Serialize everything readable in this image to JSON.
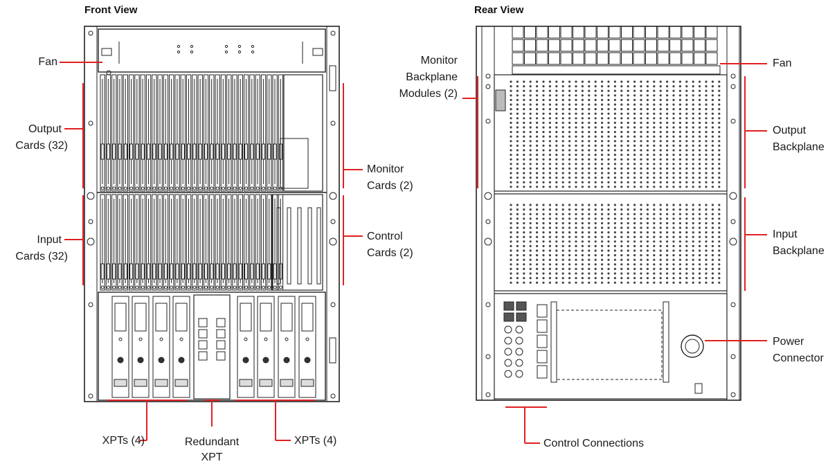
{
  "front": {
    "title": "Front View",
    "labels": {
      "fan": "Fan",
      "output_cards_1": "Output",
      "output_cards_2": "Cards (32)",
      "input_cards_1": "Input",
      "input_cards_2": "Cards (32)",
      "monitor_cards_1": "Monitor",
      "monitor_cards_2": "Cards (2)",
      "control_cards_1": "Control",
      "control_cards_2": "Cards (2)",
      "xpts_left": "XPTs (4)",
      "redundant_1": "Redundant",
      "redundant_2": "XPT",
      "xpts_right": "XPTs (4)"
    }
  },
  "rear": {
    "title": "Rear View",
    "labels": {
      "monitor_bp_1": "Monitor",
      "monitor_bp_2": "Backplane",
      "monitor_bp_3": "Modules (2)",
      "fan": "Fan",
      "output_bp_1": "Output",
      "output_bp_2": "Backplane",
      "input_bp_1": "Input",
      "input_bp_2": "Backplane",
      "power_1": "Power",
      "power_2": "Connector",
      "control_connections": "Control Connections"
    }
  },
  "colors": {
    "callout": "#e02020",
    "line": "#222222"
  }
}
